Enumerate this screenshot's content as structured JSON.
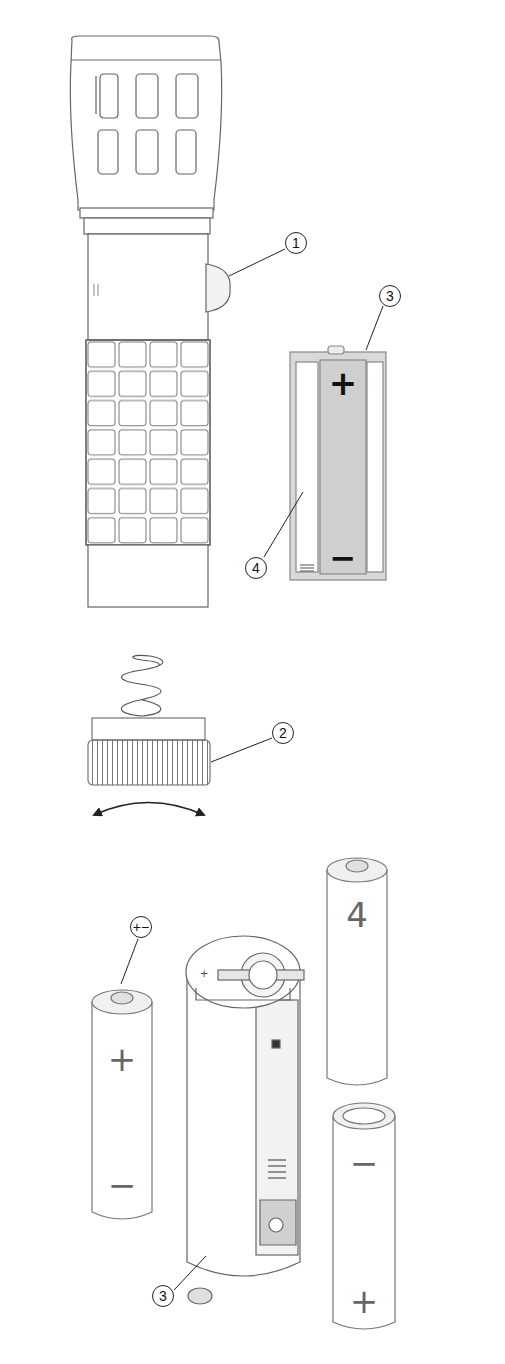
{
  "diagram": {
    "nodes": [
      {
        "text": [
          "1"
        ]
      },
      {
        "text": [
          "3"
        ]
      },
      {
        "text": [
          "+",
          "−"
        ]
      },
      {
        "text": [
          "4"
        ]
      },
      {
        "text": [
          "2"
        ]
      },
      {
        "text": [
          "+",
          "−"
        ]
      },
      {
        "text": [
          "4"
        ]
      },
      {
        "text": [
          "+",
          "−"
        ]
      },
      {
        "text": [
          "−",
          "+"
        ]
      },
      {
        "text": [
          "3"
        ]
      }
    ],
    "labels": [
      "+"
    ]
  }
}
